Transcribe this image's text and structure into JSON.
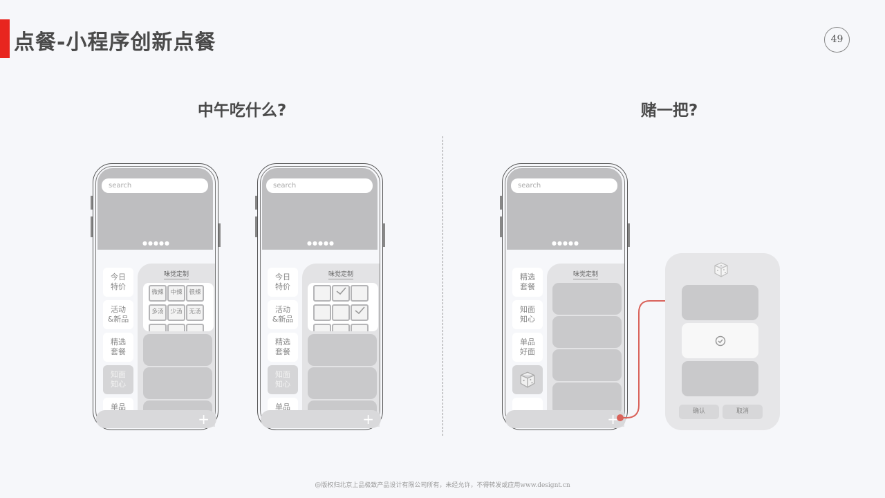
{
  "header": {
    "title": "点餐-小程序创新点餐",
    "page_number": "49",
    "accent": "#e8251f"
  },
  "sections": {
    "left_title": "中午吃什么?",
    "right_title": "赌一把?"
  },
  "phone": {
    "search_placeholder": "search",
    "carousel_dots": "●●●●●",
    "panel_title": "味觉定制",
    "add_icon": "+"
  },
  "phone1": {
    "menu": [
      "今日\n特价",
      "活动\n&新品",
      "精选\n套餐",
      "知面\n知心",
      "单品"
    ],
    "active_index": 3,
    "options": [
      "微辣",
      "中辣",
      "很辣",
      "多汤",
      "少汤",
      "无汤"
    ]
  },
  "phone2": {
    "menu": [
      "今日\n特价",
      "活动\n&新品",
      "精选\n套餐",
      "知面\n知心",
      "单品"
    ],
    "active_index": 3,
    "checked": [
      1,
      5
    ]
  },
  "phone3": {
    "menu": [
      "精选\n套餐",
      "知面\n知心",
      "单品\n好面",
      "",
      ""
    ],
    "active_index": 3
  },
  "popup": {
    "confirm": "确认",
    "cancel": "取消"
  },
  "footer": {
    "copyright": "@版权归北京上品极致产品设计有限公司所有，未经允许，不得转发或应用www.designt.cn"
  }
}
